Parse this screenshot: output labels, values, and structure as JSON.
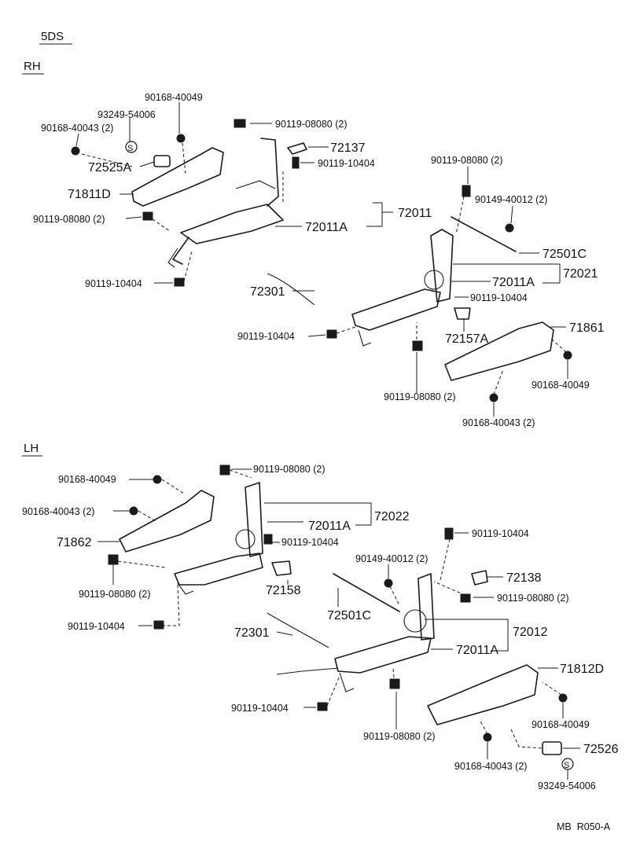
{
  "header": {
    "model": "5DS"
  },
  "footer": {
    "code": "MB  R050-A"
  },
  "sections": {
    "rh": {
      "title": "RH",
      "labels": {
        "p90168_40049": "90168-40049",
        "p93249_54006": "93249-54006",
        "p90168_40043": "90168-40043  (2)",
        "p90119_08080_top": "90119-08080 (2)",
        "p72137": "72137",
        "p90119_10404_a": "90119-10404",
        "p72525A": "72525A",
        "p71811D": "71811D",
        "p90119_08080_left": "90119-08080 (2)",
        "p72011": "72011",
        "p72011A": "72011A",
        "p90119_10404_b": "90119-10404",
        "p90119_08080_right": "90119-08080 (2)",
        "p90149_40012": "90149-40012 (2)",
        "p72501C": "72501C",
        "p72301": "72301",
        "p72011A_b": "72011A",
        "p72021": "72021",
        "p90119_10404_c": "90119-10404",
        "p90119_10404_d": "90119-10404",
        "p72157A": "72157A",
        "p71861": "71861",
        "p90168_40049_b": "90168-40049",
        "p90119_08080_bottom": "90119-08080  (2)",
        "p90168_40043_b": "90168-40043  (2)"
      }
    },
    "lh": {
      "title": "LH",
      "labels": {
        "p90168_40049": "90168-40049",
        "p90119_08080_top": "90119-08080 (2)",
        "p90168_40043": "90168-40043  (2)",
        "p72022": "72022",
        "p72011A": "72011A",
        "p90119_10404_a": "90119-10404",
        "p71862": "71862",
        "p90119_10404_b": "90119-10404",
        "p90149_40012": "90149-40012 (2)",
        "p72138": "72138",
        "p90119_08080_left": "90119-08080 (2)",
        "p72158": "72158",
        "p72501C": "72501C",
        "p90119_08080_right": "90119-08080 (2)",
        "p90119_10404_c": "90119-10404",
        "p72301": "72301",
        "p72012": "72012",
        "p72011A_b": "72011A",
        "p71812D": "71812D",
        "p90119_10404_d": "90119-10404",
        "p90168_40049_b": "90168-40049",
        "p90119_08080_bottom": "90119-08080  (2)",
        "p90168_40043_b": "90168-40043  (2)",
        "p72526": "72526",
        "p93249_54006": "93249-54006",
        "snap_symbol": "S"
      }
    },
    "rh_snap_symbol": "S"
  }
}
